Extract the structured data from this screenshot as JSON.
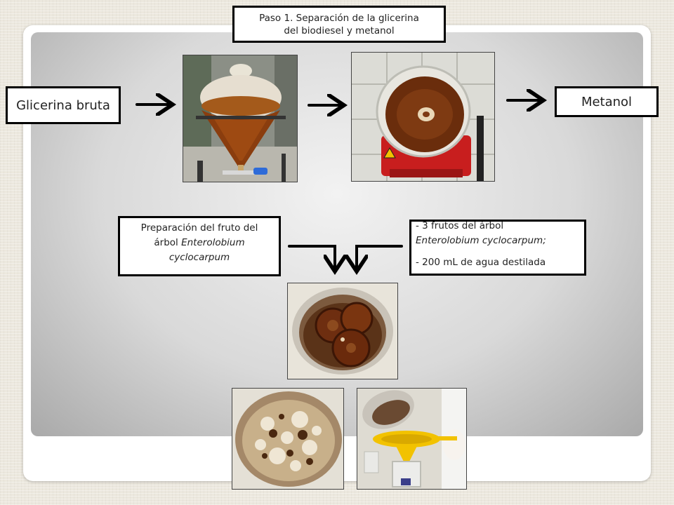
{
  "step_title": {
    "line1": "Paso 1. Separación de la glicerina",
    "line2": "del biodiesel y metanol"
  },
  "input_box": "Glicerina bruta",
  "output_box": "Metanol",
  "preparation": {
    "line1": "Preparación del fruto del",
    "line2_prefix": "árbol ",
    "line2_italic": "Enterolobium",
    "line3_italic": "cyclocarpum"
  },
  "ingredients": {
    "item1_prefix": "- 3 frutos del árbol",
    "item1_italic": "Enterolobium cyclocarpum;",
    "item2": "- 200 mL de agua destilada"
  },
  "photos": [
    {
      "name": "separatory-funnel-photo"
    },
    {
      "name": "heated-beaker-photo"
    },
    {
      "name": "fruit-in-pot-photo"
    },
    {
      "name": "boiling-pot-photo"
    },
    {
      "name": "filtering-photo"
    }
  ],
  "colors": {
    "box_border": "#000000",
    "panel": "#d9d9d9",
    "liquid": "#7a3a10",
    "hotplate": "#c81e1e",
    "strainer": "#f2c200"
  }
}
